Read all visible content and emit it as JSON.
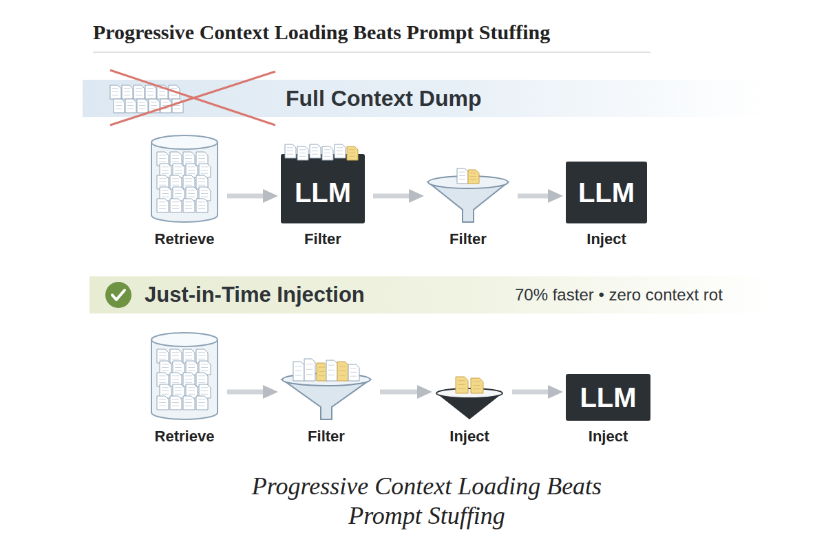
{
  "diagram": {
    "title": "Progressive Context Loading Beats Prompt Stuffing",
    "caption": "Progressive Context Loading Beats Prompt Stuffing",
    "nodes": [
      {
        "text": [
          "Full Context Dump"
        ]
      },
      {
        "text": [
          "Retrieve"
        ]
      },
      {
        "text": [
          "LLM",
          "Filter"
        ]
      },
      {
        "text": [
          "Filter"
        ]
      },
      {
        "text": [
          "LLM",
          "Inject"
        ]
      },
      {
        "text": [
          "Just-in-Time Injection",
          "70% faster • zero context rot"
        ]
      },
      {
        "text": [
          "Retrieve"
        ]
      },
      {
        "text": [
          "Filter"
        ]
      },
      {
        "text": [
          "Inject"
        ]
      },
      {
        "text": [
          "LLM",
          "Inject"
        ]
      }
    ],
    "edges": [
      {
        "from": 1,
        "to": 2,
        "arrow": "to"
      },
      {
        "from": 2,
        "to": 3,
        "arrow": "to"
      },
      {
        "from": 3,
        "to": 4,
        "arrow": "to"
      },
      {
        "from": 6,
        "to": 7,
        "arrow": "to"
      },
      {
        "from": 7,
        "to": 8,
        "arrow": "to"
      },
      {
        "from": 8,
        "to": 9,
        "arrow": "to"
      }
    ]
  }
}
